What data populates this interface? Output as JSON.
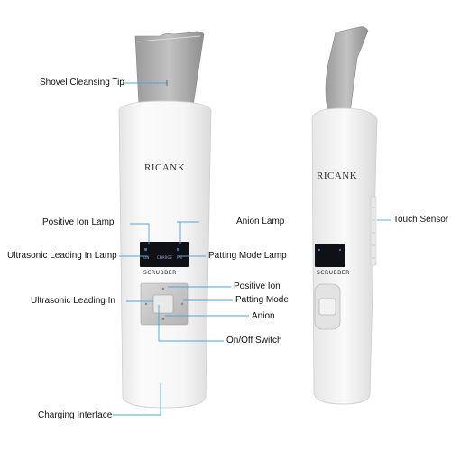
{
  "brand": "RICANK",
  "labels": {
    "shovel_tip": "Shovel Cleansing Tip",
    "positive_ion_lamp": "Positive Ion Lamp",
    "anion_lamp": "Anion Lamp",
    "ultrasonic_lamp": "Ultrasonic Leading In Lamp",
    "patting_mode_lamp": "Patting Mode Lamp",
    "positive_ion": "Positive Ion",
    "ultrasonic_leading_in": "Ultrasonic Leading In",
    "patting_mode": "Patting Mode",
    "anion": "Anion",
    "on_off_switch": "On/Off Switch",
    "charging_interface": "Charging Interface",
    "touch_sensor": "Touch Sensor"
  },
  "display": {
    "scrubber": "SCRUBBER",
    "charge": "CHARGE",
    "ion_left": "ION",
    "pat_right": "PAT"
  },
  "colors": {
    "device_body": "#f4f4f4",
    "blade": "#a9a9a9",
    "leader_line": "#4aa8d8",
    "display": "#0f1116"
  }
}
